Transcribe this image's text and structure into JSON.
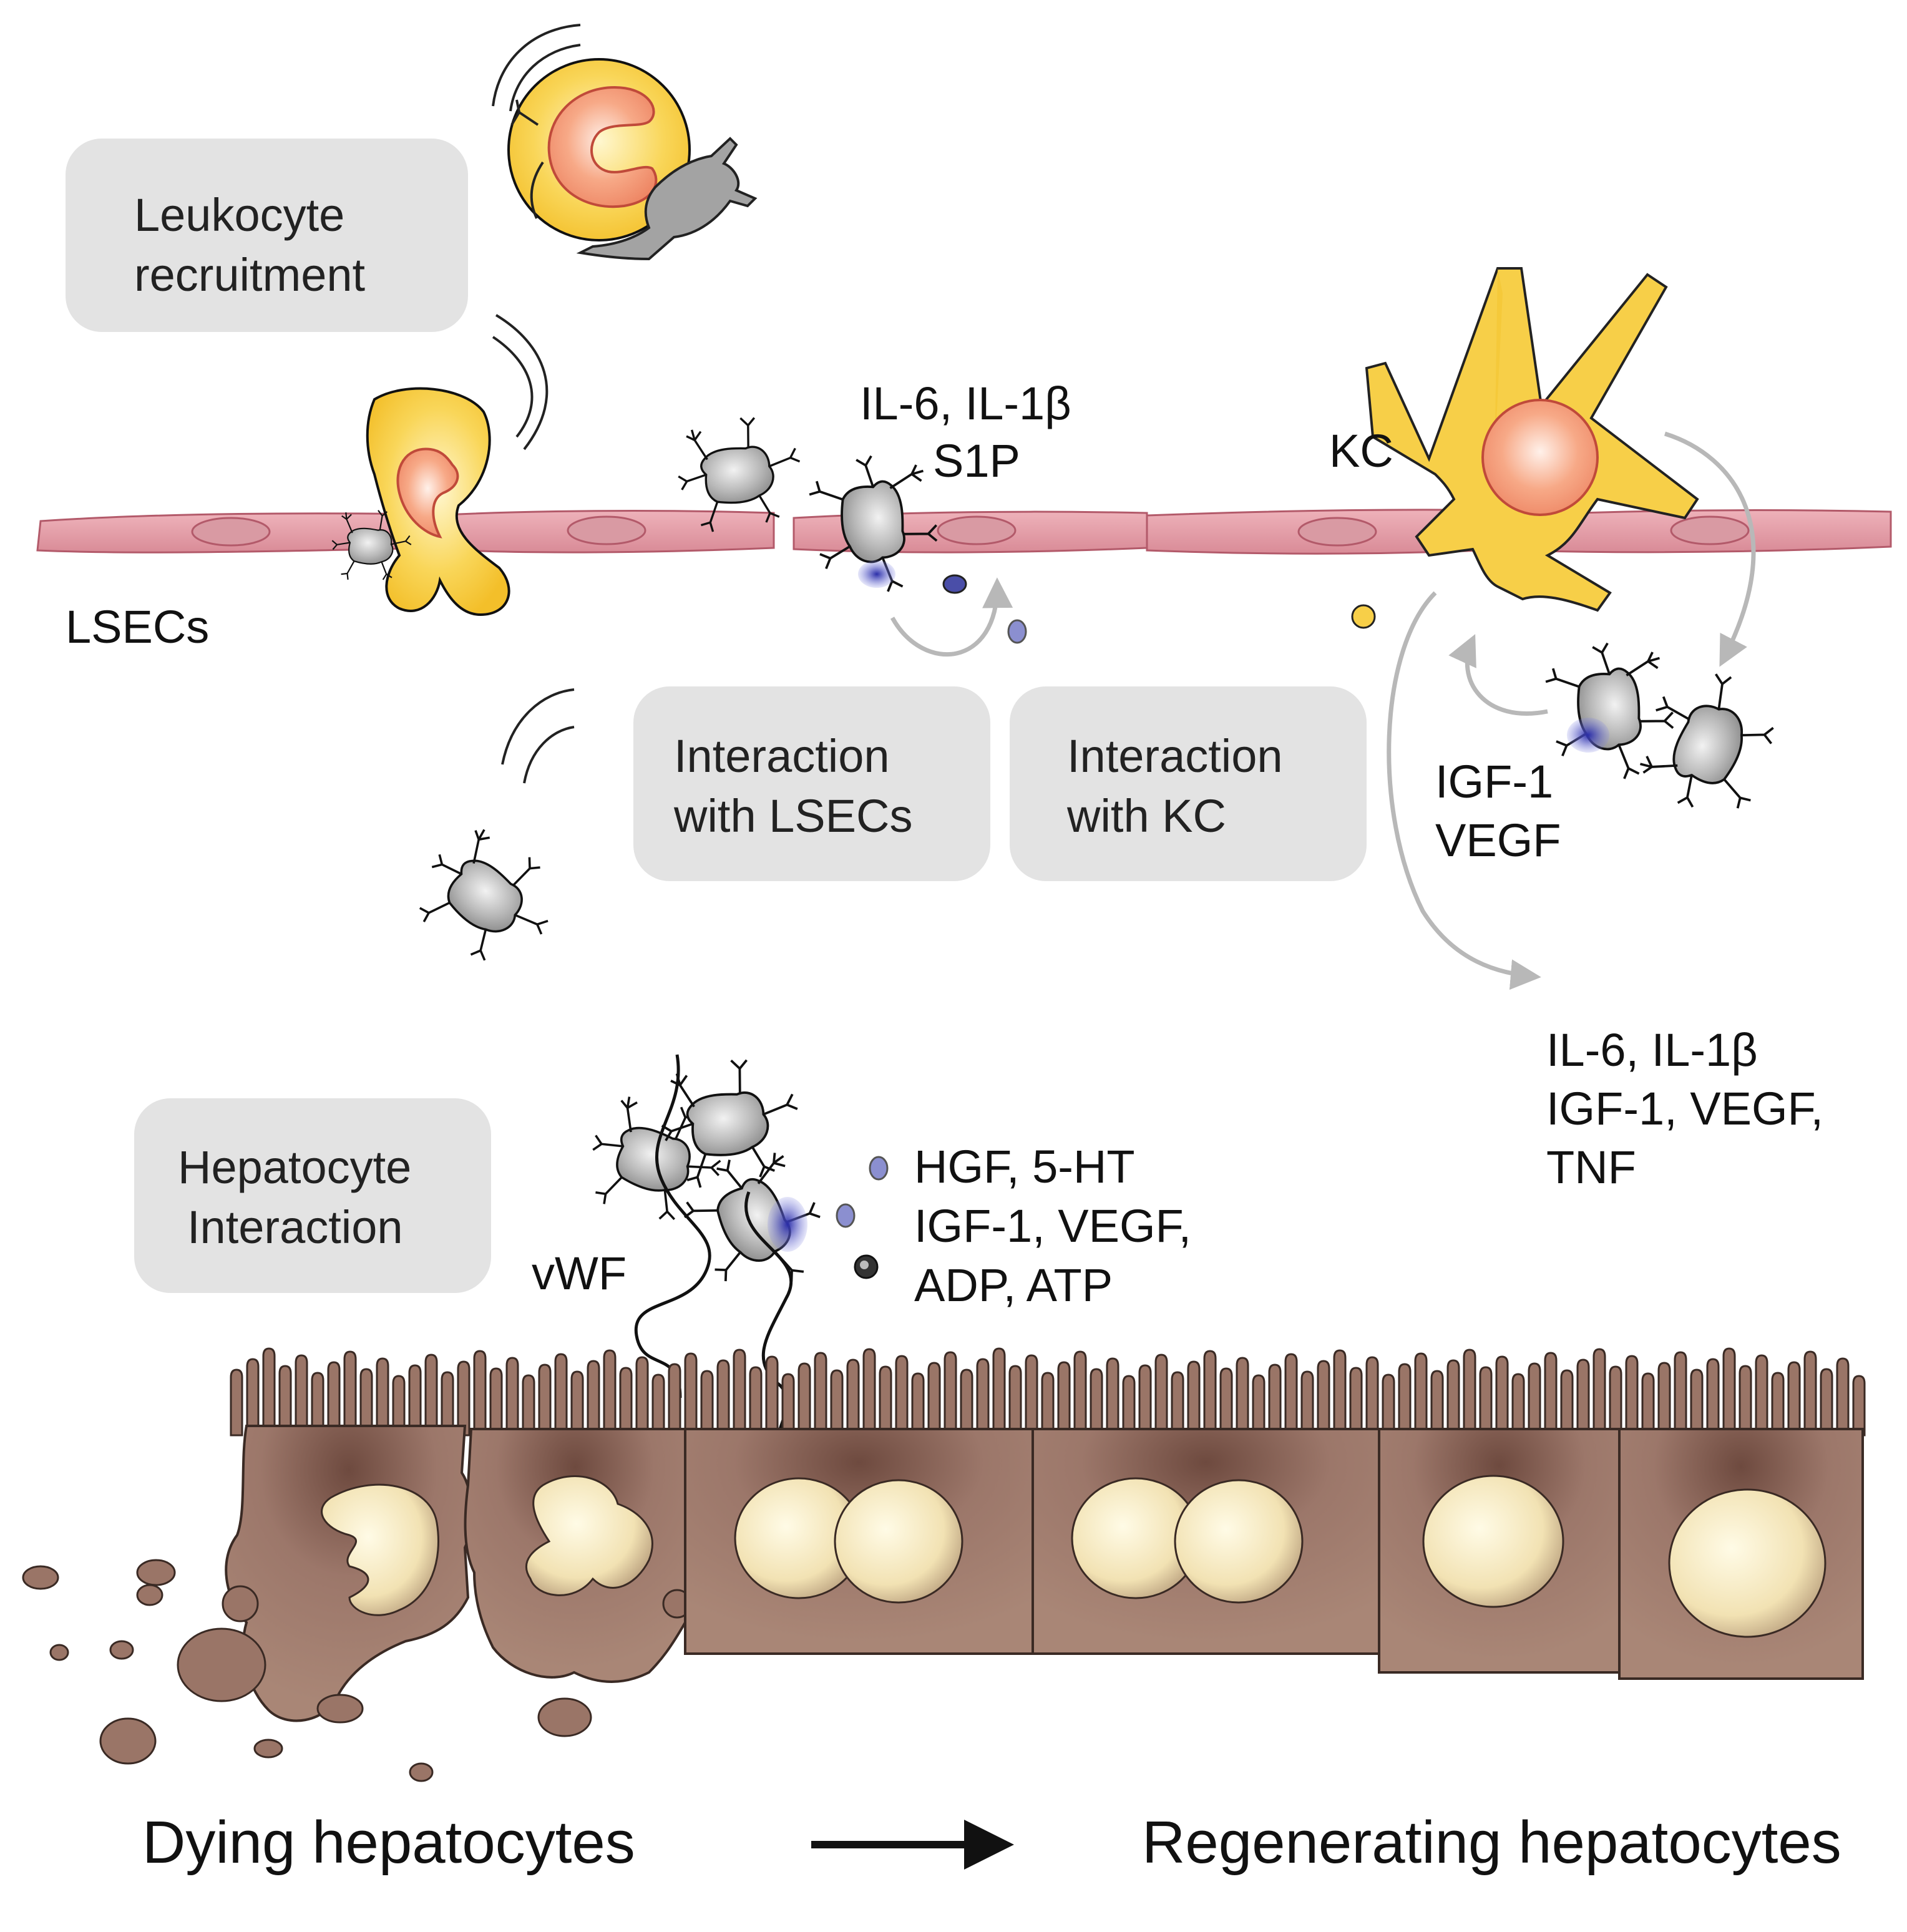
{
  "boxes": {
    "leukocyte_line1": "Leukocyte",
    "leukocyte_line2": "recruitment",
    "lsec_line1": "Interaction",
    "lsec_line2": "with LSECs",
    "kc_line1": "Interaction",
    "kc_line2": "with KC",
    "hep_line1": "Hepatocyte",
    "hep_line2": "Interaction"
  },
  "labels": {
    "lsecs": "LSECs",
    "kc": "KC",
    "il6_il1b_top": "IL-6, IL-1β",
    "s1p": "S1P",
    "igf1": "IGF-1",
    "vegf": "VEGF",
    "right_line1": "IL-6, IL-1β",
    "right_line2": "IGF-1, VEGF,",
    "right_line3": "TNF",
    "hgf": "HGF, 5-HT",
    "igf_vegf": "IGF-1, VEGF,",
    "adp_atp": "ADP, ATP",
    "vwf": "vWF"
  },
  "bottom": {
    "left": "Dying hepatocytes",
    "right": "Regenerating hepatocytes"
  },
  "colors": {
    "box_fill": "#e3e3e3",
    "lsec_fill": "#e7a2ac",
    "leukocyte_fill": "#f7cf48",
    "nucleus_fill": "#f59a72",
    "platelet_fill": "#a9a9a9",
    "hepatocyte_fill": "#9a7567",
    "hep_nucleus_fill": "#f4e8bd",
    "mediator_fill": "#8b8fd0",
    "arrow_gray": "#b8b8b8"
  }
}
